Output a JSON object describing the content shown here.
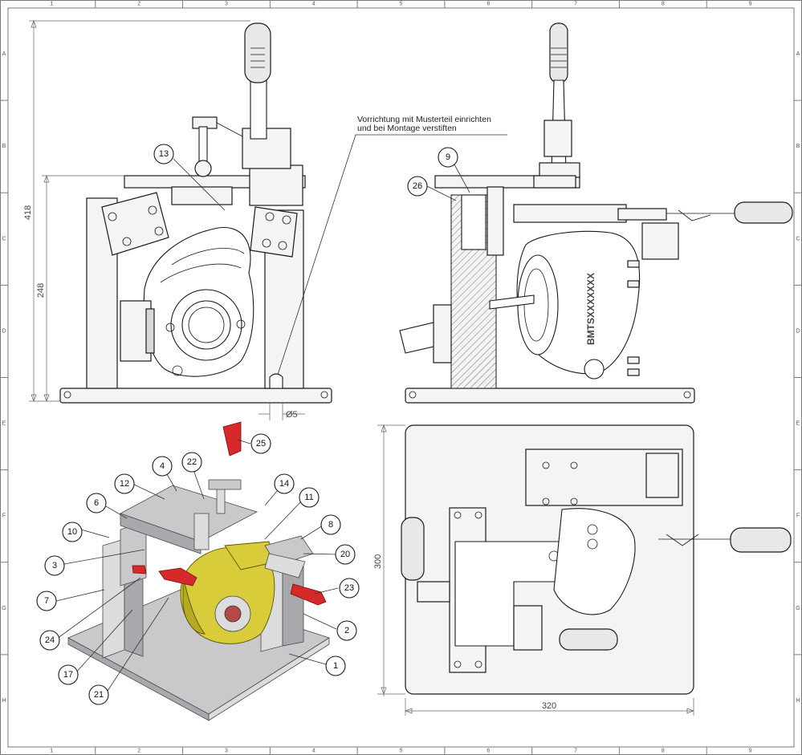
{
  "border": {
    "columns": [
      "1",
      "2",
      "3",
      "4",
      "5",
      "6",
      "7",
      "8",
      "9"
    ],
    "rows": [
      "A",
      "B",
      "C",
      "D",
      "E",
      "F",
      "G",
      "H"
    ]
  },
  "dimensions": {
    "front_height_total": "418",
    "front_height_inner": "248",
    "hole_diameter": "Ø5",
    "top_view_width": "320",
    "top_view_height": "300"
  },
  "note": {
    "line1": "Vorrichtung mit Musterteil einrichten",
    "line2": "und bei Montage verstiften"
  },
  "side_view_marking": "BMTSXXXXXXX",
  "balloons": {
    "front_view": [
      "13"
    ],
    "side_view": [
      "9",
      "26"
    ],
    "isometric": [
      "25",
      "22",
      "4",
      "12",
      "14",
      "6",
      "11",
      "8",
      "10",
      "20",
      "3",
      "23",
      "7",
      "2",
      "24",
      "1",
      "17",
      "21"
    ]
  }
}
